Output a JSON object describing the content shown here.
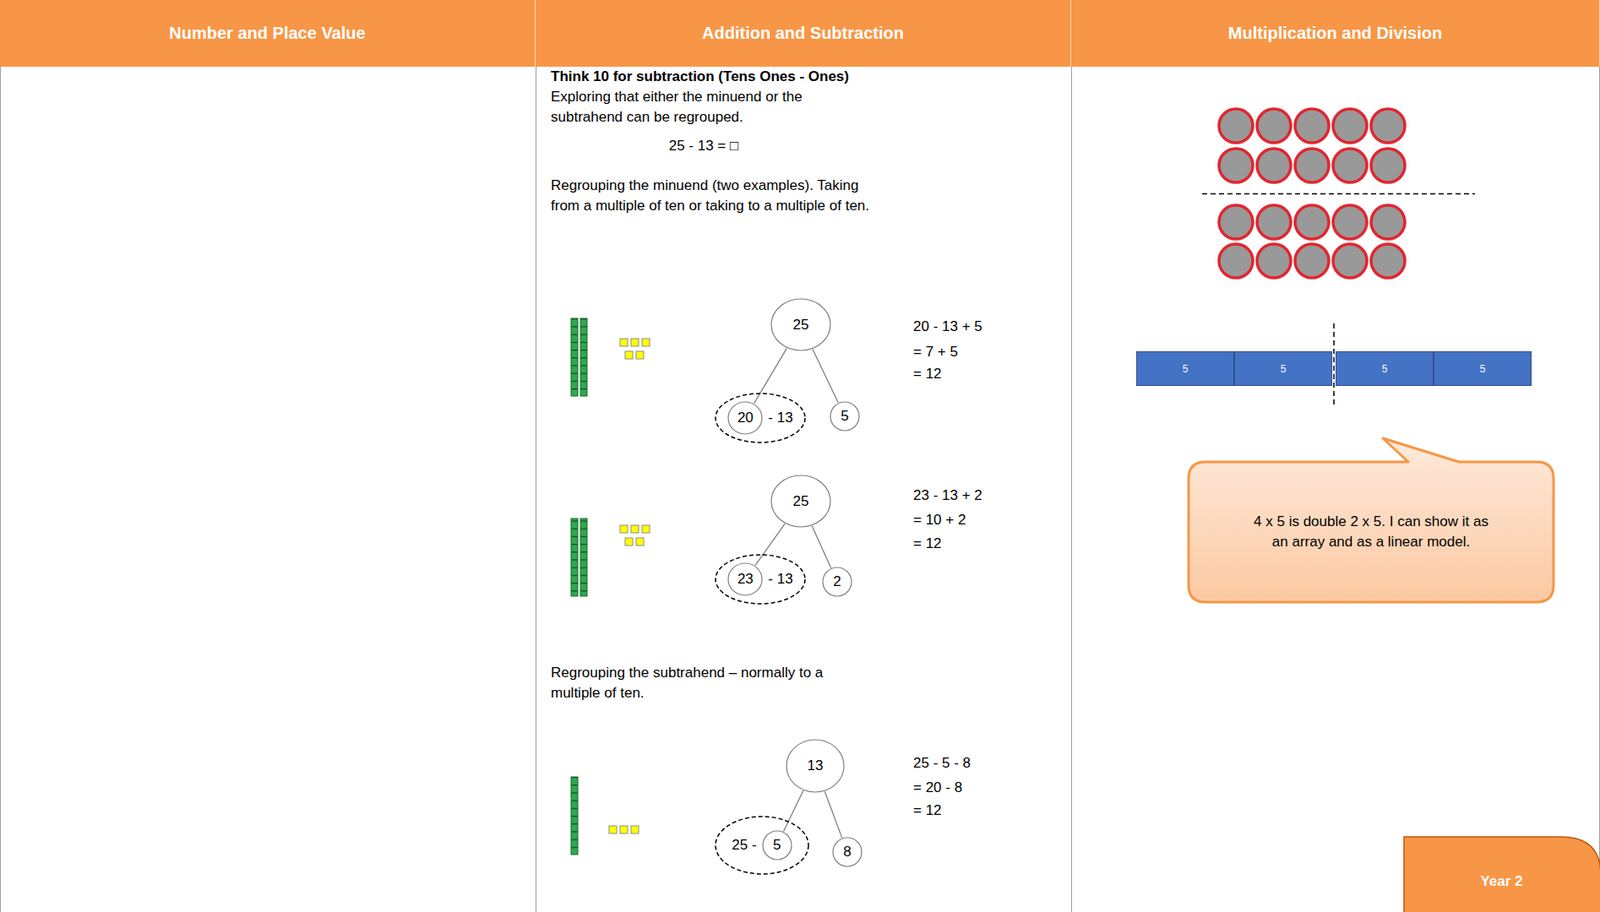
{
  "diagram": {
    "nodes": [
      {
        "text": [
          "Number and Place Value"
        ]
      },
      {
        "text": [
          "Addition and Subtraction"
        ]
      },
      {
        "text": [
          "Multiplication and Division"
        ]
      },
      {
        "text": [
          "25"
        ]
      },
      {
        "text": [
          "- 13"
        ]
      },
      {
        "text": [
          "20"
        ],
        "in": 4
      },
      {
        "text": [
          "5"
        ]
      },
      {
        "text": [
          "25"
        ]
      },
      {
        "text": [
          "- 13"
        ]
      },
      {
        "text": [
          "23"
        ],
        "in": 8
      },
      {
        "text": [
          "2"
        ]
      },
      {
        "text": [
          "13"
        ]
      },
      {
        "text": [
          "25 -"
        ]
      },
      {
        "text": [
          "5"
        ],
        "in": 12
      },
      {
        "text": [
          "8"
        ]
      },
      {
        "text": [
          "5"
        ]
      },
      {
        "text": [
          "5"
        ]
      },
      {
        "text": [
          "5"
        ]
      },
      {
        "text": [
          "5"
        ]
      },
      {
        "text": [
          "4 x 5 is double 2 x 5. I can show it as an array and as a linear model."
        ]
      },
      {
        "text": [
          "Year 2"
        ]
      }
    ],
    "edges": [
      {
        "from": 3,
        "to": 5,
        "arrow": "none"
      },
      {
        "from": 3,
        "to": 6,
        "arrow": "none"
      },
      {
        "from": 7,
        "to": 9,
        "arrow": "none"
      },
      {
        "from": 7,
        "to": 10,
        "arrow": "none"
      },
      {
        "from": 11,
        "to": 13,
        "arrow": "none"
      },
      {
        "from": 11,
        "to": 14,
        "arrow": "none"
      }
    ],
    "labels": [
      "Think 10 for subtraction (Tens Ones - Ones)",
      "Exploring that either the minuend or the subtrahend can be regrouped.",
      "25 - 13 = □",
      "Regrouping the minuend (two examples). Taking from a multiple of ten or taking to a multiple of ten.",
      "20 - 13 + 5",
      "= 7 + 5",
      "= 12",
      "23 - 13 + 2",
      "= 10 + 2",
      "= 12",
      "Regrouping the subtrahend – normally to a multiple of ten.",
      "25 - 5 - 8",
      "= 20 - 8",
      "= 12"
    ]
  }
}
